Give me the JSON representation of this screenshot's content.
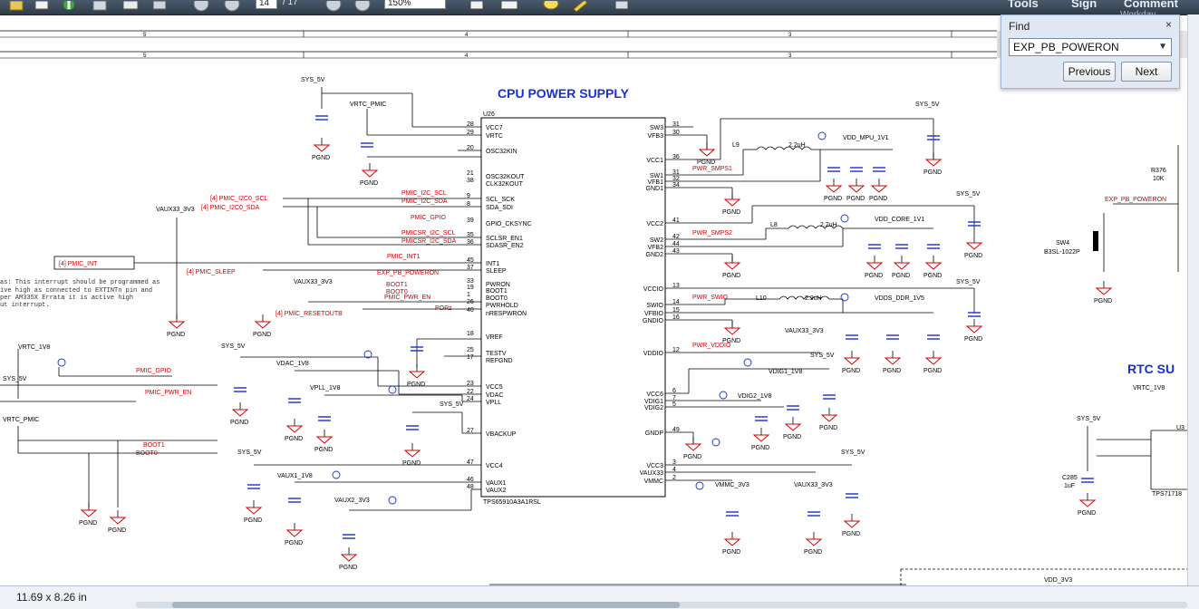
{
  "toolbar": {
    "page_current": "14",
    "page_total": "/ 17",
    "zoom": "150%",
    "tools_label": "Tools",
    "sign_label": "Sign",
    "comment_label": "Comment",
    "workday_label": "Workday"
  },
  "find": {
    "title": "Find",
    "close": "×",
    "query": "EXP_PB_POWERON",
    "previous_label": "Previous",
    "next_label": "Next"
  },
  "status": {
    "page_size": "11.69 x 8.26 in"
  },
  "schematic": {
    "title": "CPU POWER SUPPLY",
    "rtc_title": "RTC SU",
    "ruler": [
      "5",
      "4",
      "3"
    ],
    "ic_ref": "U26",
    "ic_part": "TPS65910A3A1RSL",
    "left_pins": [
      {
        "num": "28",
        "name": "VCC7"
      },
      {
        "num": "29",
        "name": "VRTC"
      },
      {
        "num": "20",
        "name": "OSC32KIN"
      },
      {
        "num": "21",
        "name": "OSC32KOUT"
      },
      {
        "num": "38",
        "name": "CLK32KOUT"
      },
      {
        "num": "9",
        "name": "SCL_SCK"
      },
      {
        "num": "8",
        "name": "SDA_SDI"
      },
      {
        "num": "39",
        "name": "GPIO_CKSYNC"
      },
      {
        "num": "35",
        "name": "SCLSR_EN1"
      },
      {
        "num": "36",
        "name": "SDASR_EN2"
      },
      {
        "num": "45",
        "name": "INT1"
      },
      {
        "num": "37",
        "name": "SLEEP"
      },
      {
        "num": "33",
        "name": "PWRON"
      },
      {
        "num": "19",
        "name": "BOOT1"
      },
      {
        "num": "1",
        "name": "BOOT0"
      },
      {
        "num": "26",
        "name": "PWRHOLD"
      },
      {
        "num": "40",
        "name": "nRESPWRON"
      },
      {
        "num": "18",
        "name": "VREF"
      },
      {
        "num": "25",
        "name": "TESTV"
      },
      {
        "num": "17",
        "name": "REFGND"
      },
      {
        "num": "23",
        "name": "VCC5"
      },
      {
        "num": "22",
        "name": "VDAC"
      },
      {
        "num": "24",
        "name": "VPLL"
      },
      {
        "num": "27",
        "name": "VBACKUP"
      },
      {
        "num": "47",
        "name": "VCC4"
      },
      {
        "num": "46",
        "name": "VAUX1"
      },
      {
        "num": "48",
        "name": "VAUX2"
      }
    ],
    "right_pins": [
      {
        "num": "31",
        "name": "SW3"
      },
      {
        "num": "30",
        "name": "VFB3"
      },
      {
        "num": "36",
        "name": "VCC1"
      },
      {
        "num": "31",
        "name": "SW1"
      },
      {
        "num": "32",
        "name": "VFB1"
      },
      {
        "num": "34",
        "name": "GND1"
      },
      {
        "num": "41",
        "name": "VCC2"
      },
      {
        "num": "42",
        "name": "SW2"
      },
      {
        "num": "44",
        "name": "VFB2"
      },
      {
        "num": "43",
        "name": "GND2"
      },
      {
        "num": "13",
        "name": "VCCIO"
      },
      {
        "num": "14",
        "name": "SWIO"
      },
      {
        "num": "15",
        "name": "VFBIO"
      },
      {
        "num": "16",
        "name": "GNDIO"
      },
      {
        "num": "12",
        "name": "VDDIO"
      },
      {
        "num": "6",
        "name": "VCC6"
      },
      {
        "num": "7",
        "name": "VDIG1"
      },
      {
        "num": "5",
        "name": "VDIG2"
      },
      {
        "num": "49",
        "name": "GNDP"
      },
      {
        "num": "3",
        "name": "VCC3"
      },
      {
        "num": "4",
        "name": "VAUX33"
      },
      {
        "num": "2",
        "name": "VMMC"
      }
    ],
    "nets": {
      "pmic_i2c_scl": "[4]  PMIC_I2C0_SCL",
      "pmic_i2c_sda": "[4]  PMIC_I2C0_SDA",
      "i2c_scl": "PMIC_I2C_SCL",
      "i2c_sda": "PMIC_I2C_SDA",
      "gpio": "PMIC_GPIO",
      "i2csr_scl": "PMICSR_I2C_SCL",
      "i2csr_sda": "PMICSR_I2C_SDA",
      "int1": "PMIC_INT1",
      "int_box": "[4]  PMIC_INT",
      "sleep": "[4]  PMIC_SLEEP",
      "poweron": "EXP_PB_POWERON",
      "boot1": "BOOT1",
      "boot0": "BOOT0",
      "pwr_en": "PMIC_PWR_EN",
      "resetout": "[4]  PMIC_RESETOUTB",
      "porz": "PORz",
      "pwr_smps1": "PWR_SMPS1",
      "pwr_smps2": "PWR_SMPS2",
      "pwr_swio": "PWR_SWIO",
      "pwr_vddio": "PWR_VDDIO",
      "gpio_left": "PMIC_GPIO",
      "pwr_en_left": "PMIC_PWR_EN",
      "boot1_left": "BOOT1",
      "boot0_left": "BOOT0",
      "poweron_right": "EXP_PB_POWERON"
    },
    "rails": {
      "vdd_mpu": "VDD_MPU_1V1",
      "vdd_core": "VDD_CORE_1V1",
      "vdds_ddr": "VDDS_DDR_1V5",
      "vdig1": "VDIG1_1V8",
      "vdig2": "VDIG2_1V8",
      "vmmc": "VMMC_3V3",
      "vaux33": "VAUX33_3V3",
      "vdac": "VDAC_1V8",
      "vpll": "VPLL_1V8",
      "vaux1": "VAUX1_1V8",
      "vaux2": "VAUX2_3V3",
      "vrtc_pmic": "VRTC_PMIC",
      "vrtc_1v8": "VRTC_1V8",
      "sys_5v": "SYS_5V",
      "vaux33_label": "VAUX33_3V3",
      "vdd_3v3": "VDD_3V3"
    },
    "note": [
      "as: This interrupt should be programmed as",
      "ive high as connected to EXTINTn pin and",
      "per AM335X Errata it is active high",
      "ut interrupt."
    ],
    "parts": {
      "l9": "L9",
      "l9v": "2.2uH",
      "l8": "L8",
      "l8v": "2.2uH",
      "l10": "L10",
      "l10v": "2.2uH",
      "sw4": "SW4",
      "sw4p": "B3SL-1022P",
      "r376": "R376",
      "r376v": "10K",
      "u3": "U3",
      "tps": "TPS71718",
      "c285": "C285",
      "c285v": "1uF"
    },
    "pgnd": "PGND"
  }
}
